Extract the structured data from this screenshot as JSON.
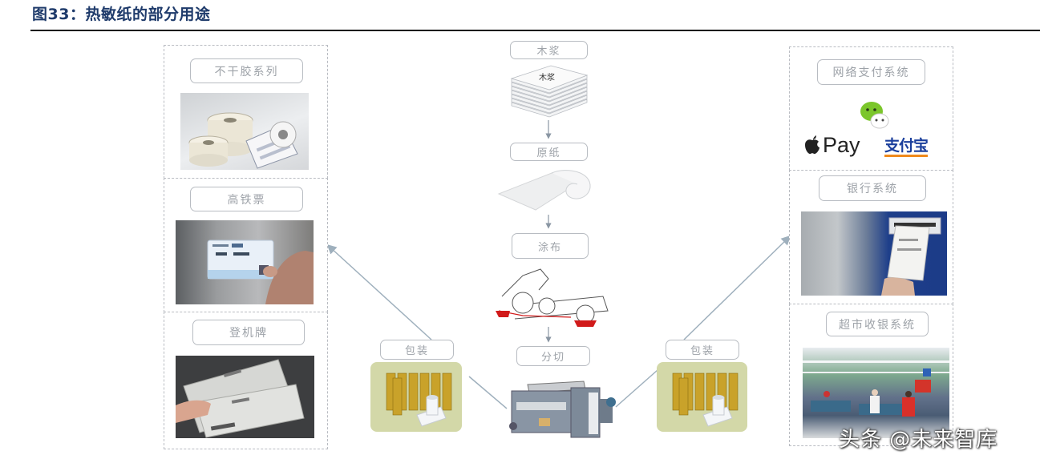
{
  "figure": {
    "title": "图33：热敏纸的部分用途"
  },
  "center_flow": {
    "steps": [
      {
        "label": "木浆",
        "image_caption": "木浆",
        "icon": "paper-stack-icon"
      },
      {
        "label": "原纸",
        "icon": "paper-roll-icon"
      },
      {
        "label": "涂布",
        "icon": "coating-machine-icon"
      },
      {
        "label": "分切",
        "icon": "slitting-machine-icon"
      }
    ]
  },
  "packaging": {
    "left_label": "包装",
    "right_label": "包装",
    "icon": "paper-rolls-photo"
  },
  "left_uses": [
    {
      "label": "不干胶系列",
      "icon": "label-rolls-photo"
    },
    {
      "label": "高铁票",
      "icon": "train-ticket-photo"
    },
    {
      "label": "登机牌",
      "icon": "boarding-pass-photo"
    }
  ],
  "right_uses": [
    {
      "label": "网络支付系统",
      "logos": {
        "apple_pay": "Pay",
        "alipay": "支付宝"
      },
      "icon": "payment-logos"
    },
    {
      "label": "银行系统",
      "icon": "bank-receipt-photo"
    },
    {
      "label": "超市收银系统",
      "icon": "supermarket-checkout-photo"
    }
  ],
  "colors": {
    "title": "#1f3b6b",
    "dashed_border": "#b9bcc2",
    "label_text": "#9da2a8",
    "connector": "#9fb0bd",
    "coating_red": "#d11a1a",
    "wechat_green": "#7bc62b",
    "alipay_blue": "#1b3f9c",
    "alipay_orange": "#f08a1c"
  },
  "watermark": "头条 @未来智库"
}
